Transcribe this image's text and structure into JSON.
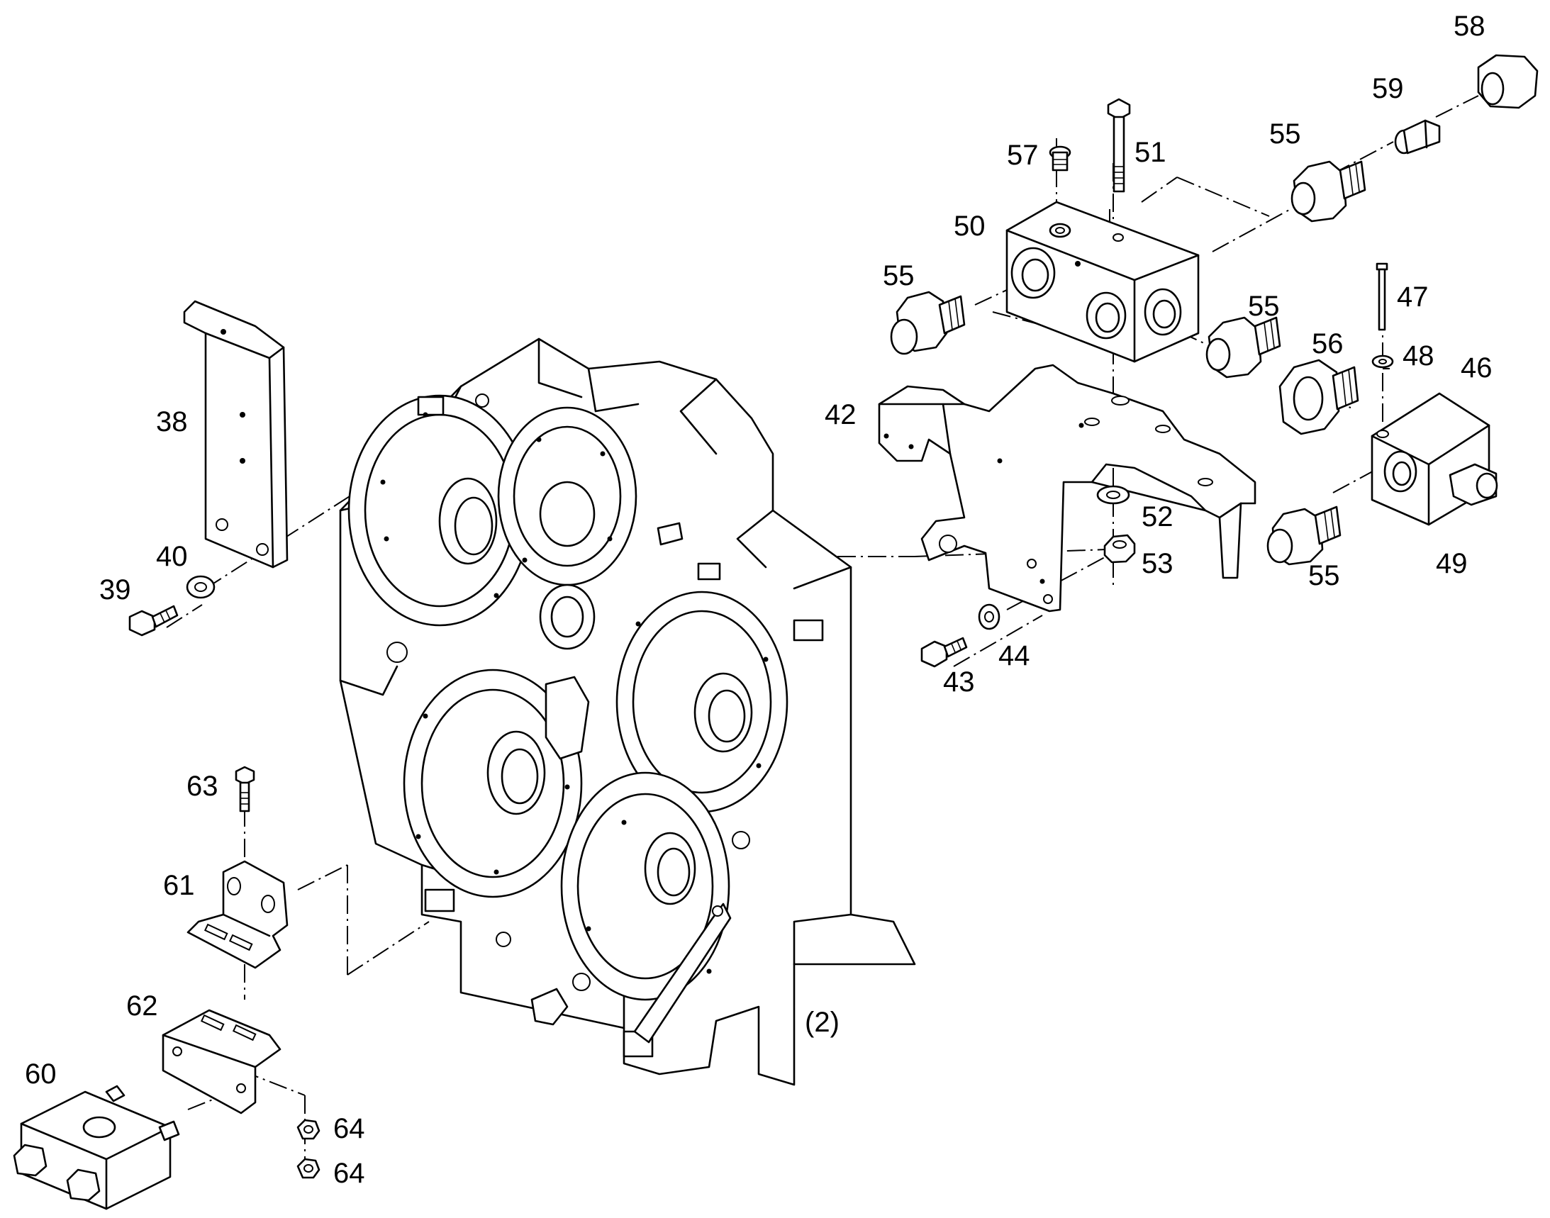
{
  "callouts": {
    "c38": "38",
    "c39": "39",
    "c40": "40",
    "c42": "42",
    "c43": "43",
    "c44": "44",
    "c46": "46",
    "c47": "47",
    "c48": "48",
    "c49": "49",
    "c50": "50",
    "c51": "51",
    "c52": "52",
    "c53": "53",
    "c55a": "55",
    "c55b": "55",
    "c55c": "55",
    "c55d": "55",
    "c56": "56",
    "c57": "57",
    "c58": "58",
    "c59": "59",
    "c60": "60",
    "c61": "61",
    "c62": "62",
    "c63": "63",
    "c64a": "64",
    "c64b": "64"
  },
  "housing_label": "(2)"
}
